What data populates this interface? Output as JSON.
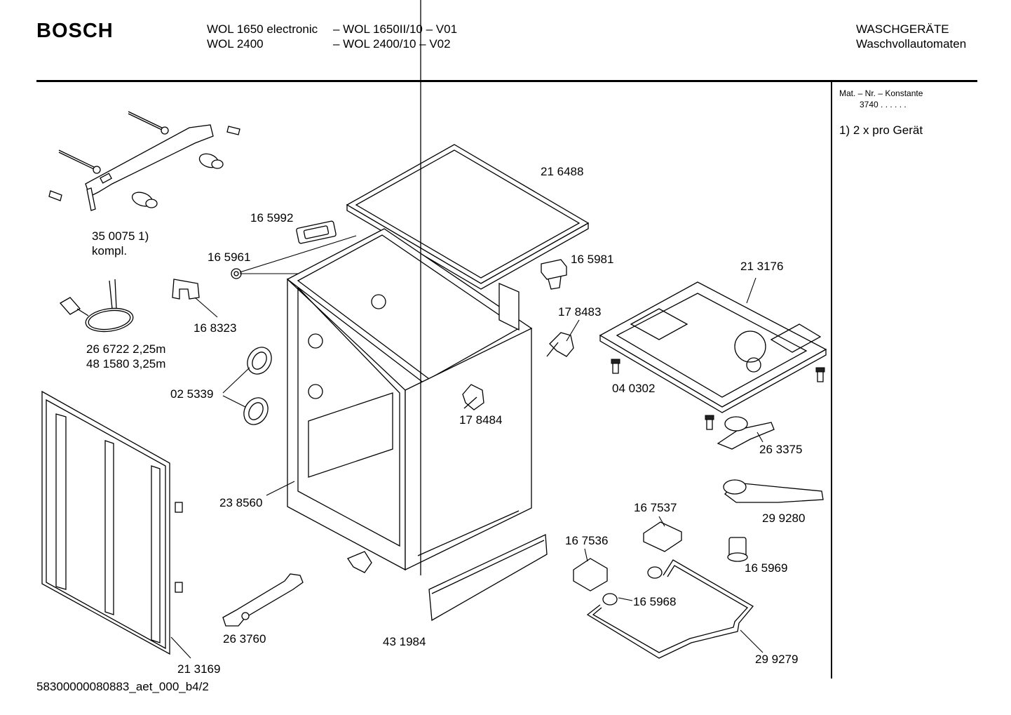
{
  "header": {
    "brand": "BOSCH",
    "model_line_1_left": "WOL 1650 electronic",
    "model_line_1_right": "– WOL 1650II/10 – V01",
    "model_line_2_left": "WOL 2400",
    "model_line_2_right": "– WOL 2400/10 – V02",
    "category_1": "WASCHGERÄTE",
    "category_2": "Waschvollautomaten"
  },
  "sidebar": {
    "mat_label": "Mat. – Nr. – Konstante",
    "mat_value": "3740   .  .    .  .  .  .",
    "note": "1) 2 x pro Gerät"
  },
  "parts": [
    {
      "line1": "35 0075 1)",
      "line2": "kompl."
    },
    {
      "line1": "16 5992"
    },
    {
      "line1": "16 5961"
    },
    {
      "line1": "21 6488"
    },
    {
      "line1": "16 5981"
    },
    {
      "line1": "21 3176"
    },
    {
      "line1": "16 8323"
    },
    {
      "line1": "26 6722 2,25m",
      "line2": "48 1580 3,25m"
    },
    {
      "line1": "17 8483"
    },
    {
      "line1": "02 5339"
    },
    {
      "line1": "17 8484"
    },
    {
      "line1": "04 0302"
    },
    {
      "line1": "26 3375"
    },
    {
      "line1": "23 8560"
    },
    {
      "line1": "16 7537"
    },
    {
      "line1": "29 9280"
    },
    {
      "line1": "16 7536"
    },
    {
      "line1": "16 5969"
    },
    {
      "line1": "16 5968"
    },
    {
      "line1": "26 3760"
    },
    {
      "line1": "43 1984"
    },
    {
      "line1": "29 9279"
    },
    {
      "line1": "21 3169"
    }
  ],
  "footer": {
    "doc_id": "58300000080883_aet_000_b4/2"
  }
}
